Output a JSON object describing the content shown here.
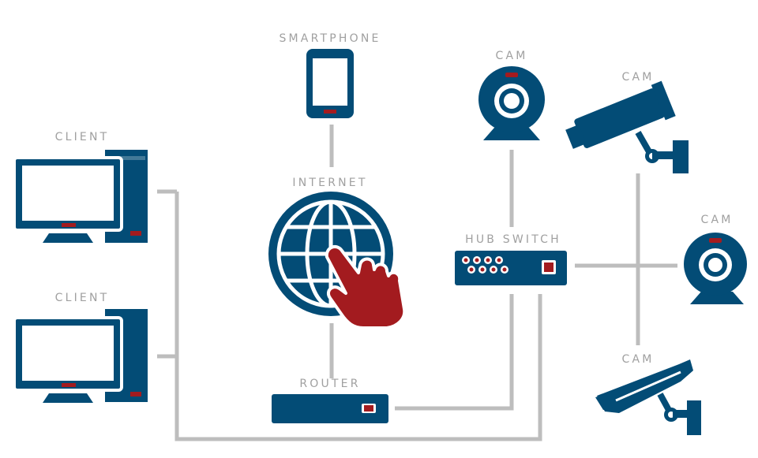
{
  "colors": {
    "device": "#034c76",
    "accent": "#a31b1f",
    "wire": "#bdbdbd",
    "label": "#a0a0a0",
    "background": "#ffffff"
  },
  "labels": {
    "smartphone": "SMARTPHONE",
    "internet": "INTERNET",
    "client_top": "CLIENT",
    "client_bottom": "CLIENT",
    "router": "ROUTER",
    "hub_switch": "HUB SWITCH",
    "cam_top": "CAM",
    "cam_bullet_top": "CAM",
    "cam_right": "CAM",
    "cam_bullet_bottom": "CAM"
  },
  "icons": {
    "smartphone": "smartphone-icon",
    "globe": "globe-icon",
    "hand": "pointing-hand-icon",
    "client": "desktop-computer-icon",
    "router": "router-icon",
    "hub_switch": "network-switch-icon",
    "webcam": "webcam-icon",
    "bullet_camera": "security-camera-icon"
  }
}
